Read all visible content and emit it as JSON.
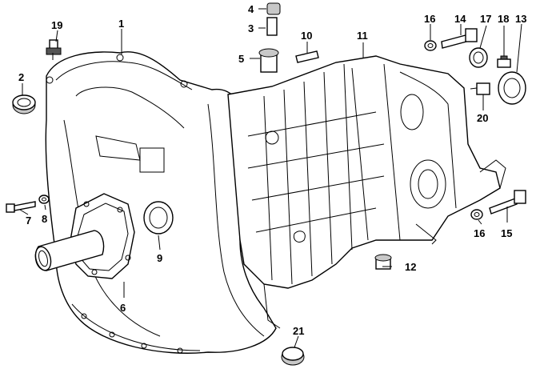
{
  "callouts": [
    {
      "id": "c1",
      "text": "1"
    },
    {
      "id": "c2",
      "text": "2"
    },
    {
      "id": "c3",
      "text": "3"
    },
    {
      "id": "c4",
      "text": "4"
    },
    {
      "id": "c5",
      "text": "5"
    },
    {
      "id": "c6",
      "text": "6"
    },
    {
      "id": "c7",
      "text": "7"
    },
    {
      "id": "c8",
      "text": "8"
    },
    {
      "id": "c9",
      "text": "9"
    },
    {
      "id": "c10",
      "text": "10"
    },
    {
      "id": "c11",
      "text": "11"
    },
    {
      "id": "c12",
      "text": "12"
    },
    {
      "id": "c13",
      "text": "13"
    },
    {
      "id": "c14",
      "text": "14"
    },
    {
      "id": "c15",
      "text": "15"
    },
    {
      "id": "c16a",
      "text": "16"
    },
    {
      "id": "c16b",
      "text": "16"
    },
    {
      "id": "c17",
      "text": "17"
    },
    {
      "id": "c18",
      "text": "18"
    },
    {
      "id": "c19",
      "text": "19"
    },
    {
      "id": "c20",
      "text": "20"
    },
    {
      "id": "c21",
      "text": "21"
    }
  ]
}
